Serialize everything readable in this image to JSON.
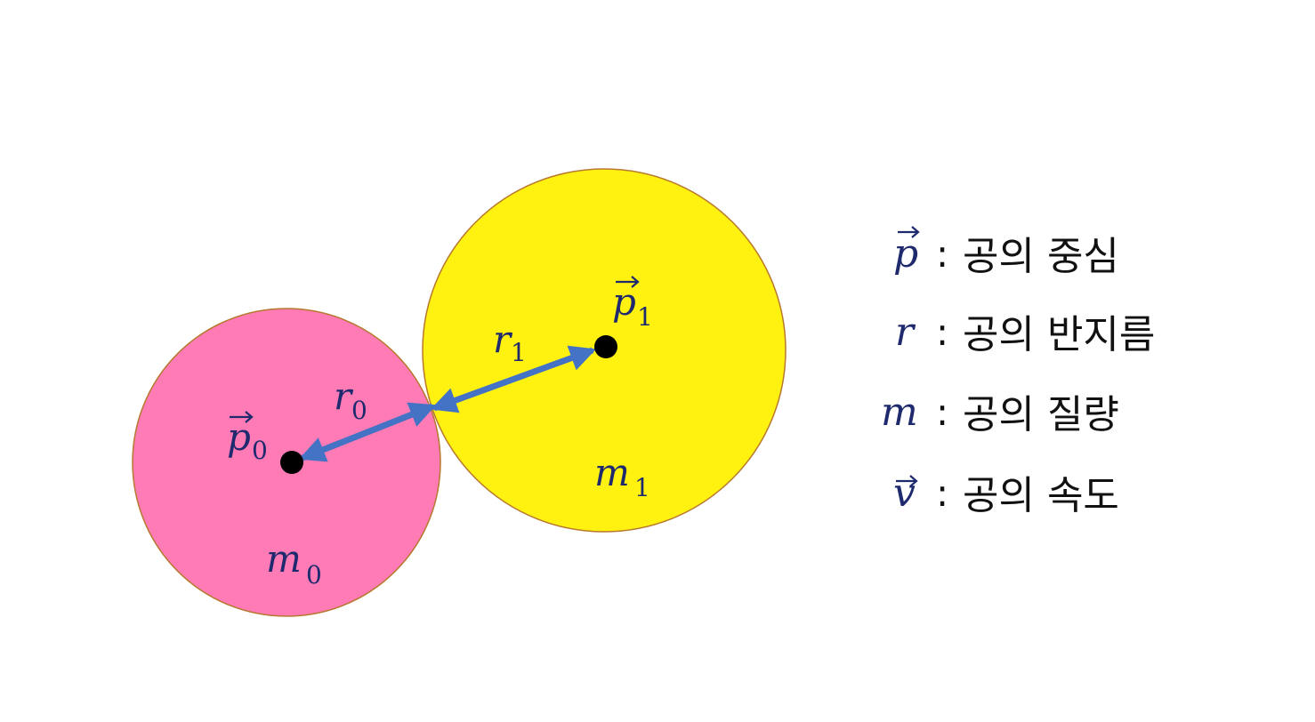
{
  "colors": {
    "ball0_fill": "#fe7bb5",
    "ball1_fill": "#fff211",
    "ball_stroke": "#b8782e",
    "arrow": "#4472c4",
    "center_dot": "#000000",
    "math_text": "#1f2a6e",
    "legend_text": "#111111"
  },
  "diagram": {
    "ball0": {
      "center_label": "p",
      "center_sub": "0",
      "radius_label": "r",
      "radius_sub": "0",
      "mass_label": "m",
      "mass_sub": "0"
    },
    "ball1": {
      "center_label": "p",
      "center_sub": "1",
      "radius_label": "r",
      "radius_sub": "1",
      "mass_label": "m",
      "mass_sub": "1"
    }
  },
  "legend": {
    "items": [
      {
        "symbol": "p",
        "vector": true,
        "separator": ":",
        "text": "공의 중심"
      },
      {
        "symbol": "r",
        "vector": false,
        "separator": ":",
        "text": "공의 반지름"
      },
      {
        "symbol": "m",
        "vector": false,
        "separator": ":",
        "text": "공의 질량"
      },
      {
        "symbol": "v",
        "vector": true,
        "separator": ":",
        "text": "공의 속도"
      }
    ]
  }
}
